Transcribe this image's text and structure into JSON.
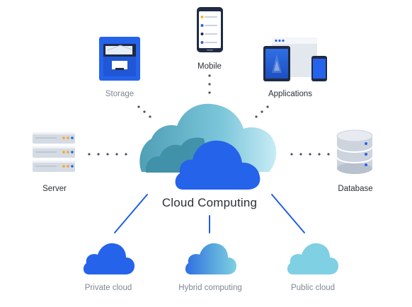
{
  "center": {
    "title": "Cloud Computing"
  },
  "nodes": {
    "mobile": "Mobile",
    "storage": "Storage",
    "applications": "Applications",
    "server": "Server",
    "database": "Database"
  },
  "cloud_types": {
    "private": "Private cloud",
    "hybrid": "Hybrid computing",
    "public": "Public cloud"
  },
  "colors": {
    "primary_blue": "#2563eb",
    "teal": "#5bb0c5",
    "light_cyan": "#8fd0e2",
    "connector": "#1f5fe0",
    "dots": "#4a5160"
  }
}
